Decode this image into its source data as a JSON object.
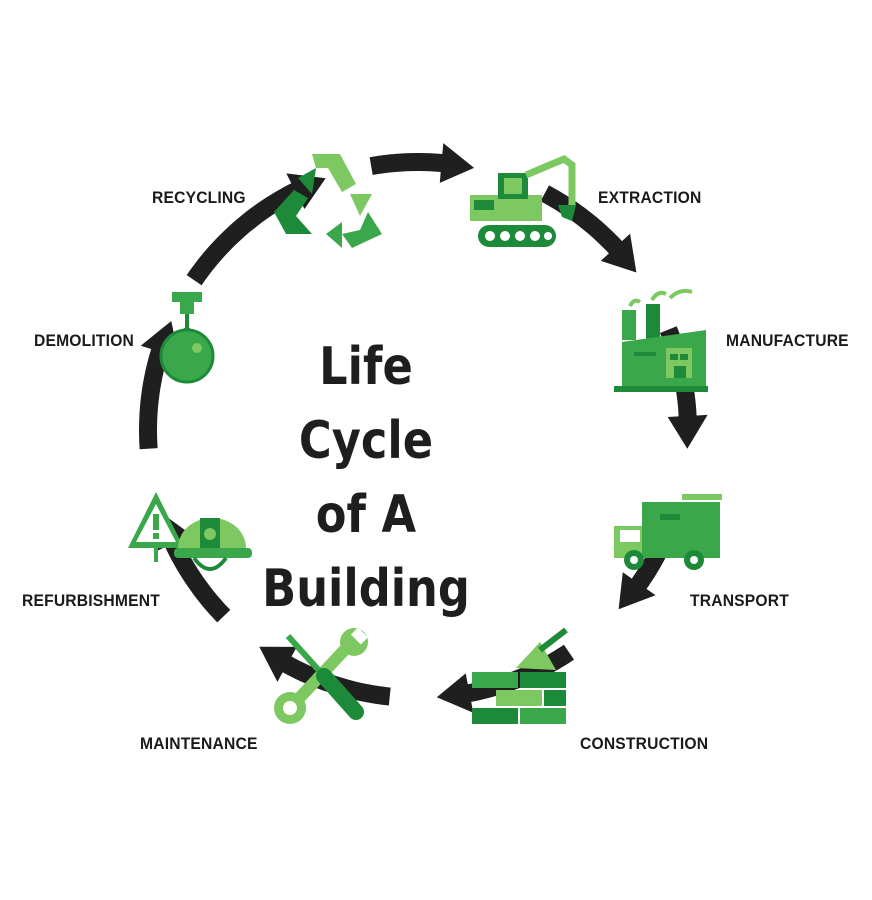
{
  "diagram": {
    "title_lines": [
      "Life Cycle",
      "of A",
      "Building"
    ],
    "stages": [
      {
        "key": "extraction",
        "label": "EXTRACTION",
        "icon": "excavator-icon"
      },
      {
        "key": "manufacture",
        "label": "MANUFACTURE",
        "icon": "factory-icon"
      },
      {
        "key": "transport",
        "label": "TRANSPORT",
        "icon": "truck-icon"
      },
      {
        "key": "construction",
        "label": "CONSTRUCTION",
        "icon": "bricks-trowel-icon"
      },
      {
        "key": "maintenance",
        "label": "MAINTENANCE",
        "icon": "wrench-screwdriver-icon"
      },
      {
        "key": "refurbishment",
        "label": "REFURBISHMENT",
        "icon": "warning-hardhat-icon"
      },
      {
        "key": "demolition",
        "label": "DEMOLITION",
        "icon": "wrecking-ball-icon"
      },
      {
        "key": "recycling",
        "label": "RECYCLING",
        "icon": "recycle-icon"
      }
    ],
    "colors": {
      "arrow": "#1f1f1f",
      "green_dark": "#1d8a3a",
      "green_mid": "#3aa84a",
      "green_light": "#7dc860",
      "text": "#1a1a1a"
    }
  }
}
